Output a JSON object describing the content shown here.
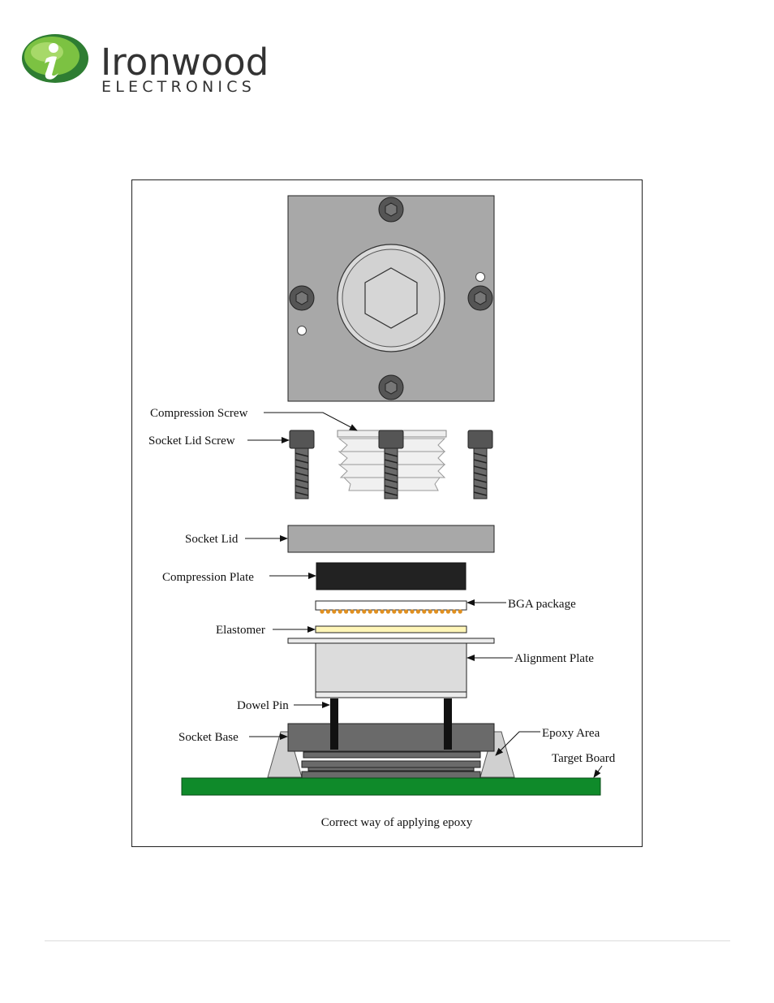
{
  "brand": {
    "name": "Ironwood",
    "subname": "ELECTRONICS",
    "logo_colors": {
      "green_dark": "#2e7d32",
      "green_light": "#7cc242",
      "wordmark": "#333333"
    }
  },
  "figure": {
    "caption": "Correct way of applying epoxy",
    "labels": {
      "compression_screw": "Compression Screw",
      "socket_lid_screw": "Socket Lid Screw",
      "socket_lid": "Socket Lid",
      "compression_plate": "Compression Plate",
      "bga_package": "BGA package",
      "elastomer": "Elastomer",
      "alignment_plate": "Alignment Plate",
      "dowel_pin": "Dowel Pin",
      "socket_base": "Socket Base",
      "epoxy_area": "Epoxy Area",
      "target_board": "Target Board"
    },
    "colors": {
      "lid_gray": "#a8a8a8",
      "compression_plate": "#222222",
      "elastomer": "#fff6b8",
      "solder_ball": "#e09020",
      "alignment_plate": "#dcdcdc",
      "socket_base": "#6a6a6a",
      "epoxy": "#d0d0d0",
      "target_board": "#0f8a2a"
    }
  }
}
